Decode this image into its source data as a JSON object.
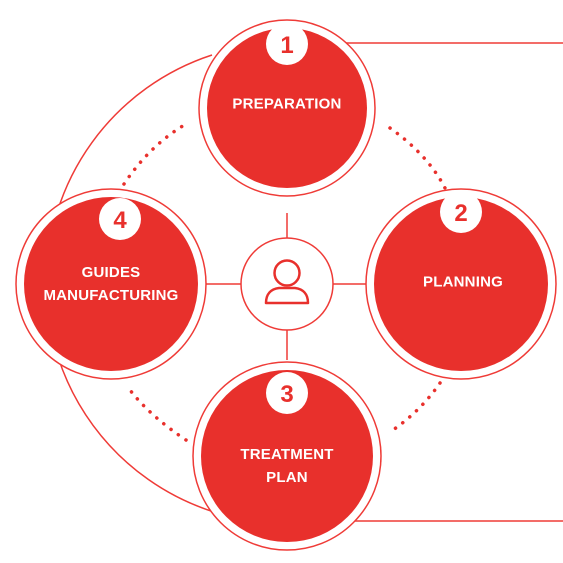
{
  "colors": {
    "accent": "#e8302c",
    "line": "#ef3b37",
    "background": "#ffffff"
  },
  "center": {
    "icon": "user-icon"
  },
  "steps": [
    {
      "number": "1",
      "label": "PREPARATION"
    },
    {
      "number": "2",
      "label": "PLANNING"
    },
    {
      "number": "3",
      "label": "TREATMENT\nPLAN"
    },
    {
      "number": "4",
      "label": "GUIDES\nMANUFACTURING"
    }
  ]
}
